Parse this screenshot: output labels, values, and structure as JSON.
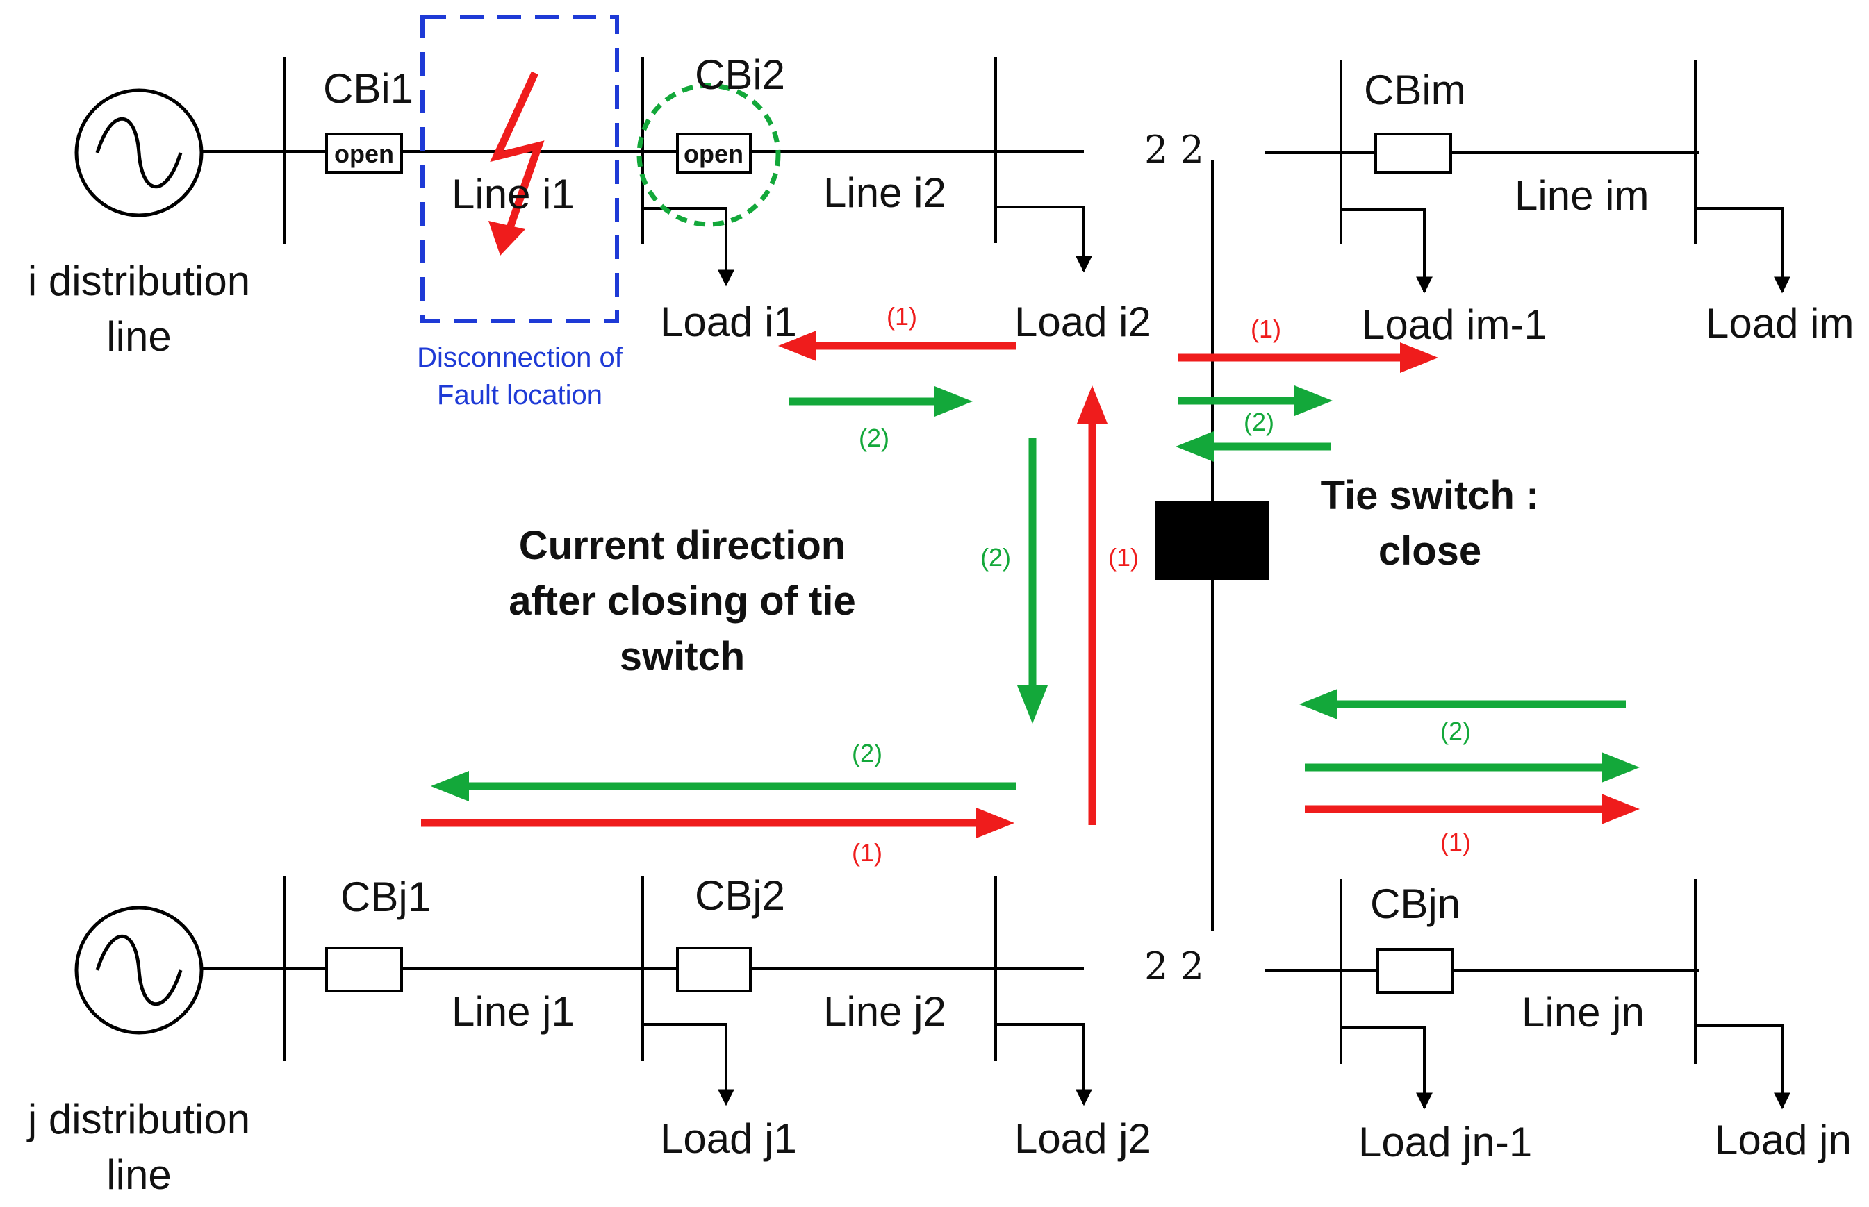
{
  "labels": {
    "source_i": [
      "i distribution",
      "line"
    ],
    "source_j": [
      "j distribution",
      "line"
    ],
    "cb_i1": "CBi1",
    "cb_i2": "CBi2",
    "cb_im": "CBim",
    "cb_j1": "CBj1",
    "cb_j2": "CBj2",
    "cb_jn": "CBjn",
    "open_i1": "open",
    "open_i2": "open",
    "line_i1": "Line i1",
    "line_i2": "Line i2",
    "line_im": "Line im",
    "line_j1": "Line j1",
    "line_j2": "Line j2",
    "line_jn": "Line jn",
    "load_i1": "Load i1",
    "load_i2": "Load i2",
    "load_im1": "Load im-1",
    "load_im": "Load im",
    "load_j1": "Load j1",
    "load_j2": "Load j2",
    "load_jn1": "Load jn-1",
    "load_jn": "Load jn",
    "fault_note": [
      "Disconnection of",
      "Fault location"
    ],
    "current_title": [
      "Current direction",
      "after closing of tie",
      "switch"
    ],
    "tie_switch": [
      "Tie switch :",
      "close"
    ],
    "break_top": "2 2",
    "break_bottom": "2 2",
    "flow_1": "(1)",
    "flow_2": "(2)"
  },
  "colors": {
    "line": "#000000",
    "fault": "#ef1c1c",
    "flow_1": "#ef1c1c",
    "flow_2": "#13a83a",
    "fault_box": "#1e3ad6",
    "highlight_circle": "#13a83a",
    "tie_switch": "#000000"
  },
  "icons": {
    "source": "ac-source-icon",
    "fault": "lightning-fault-icon",
    "tie": "tie-switch-icon"
  }
}
